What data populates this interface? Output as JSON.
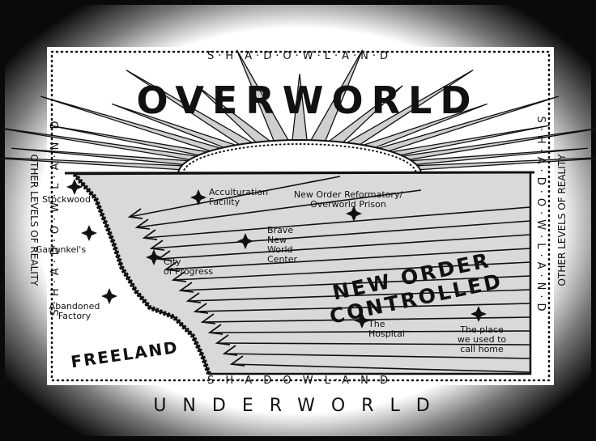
{
  "title": "OVERWORLD",
  "bottom_title": "UNDERWORLD",
  "border_label": "S·H·A·D·O·W·L·A·N·D",
  "side_label": "OTHER LEVELS OF REALITY",
  "regions": {
    "controlled": [
      "NEW ORDER",
      "CONTROLLED"
    ],
    "free": "FREELAND"
  },
  "places": [
    {
      "lines": [
        "Stockwood"
      ]
    },
    {
      "lines": [
        "Garfunkel's"
      ]
    },
    {
      "lines": [
        "Abandoned",
        "Factory"
      ]
    },
    {
      "lines": [
        "Acculturation",
        "Facility"
      ]
    },
    {
      "lines": [
        "City",
        "of Progress"
      ]
    },
    {
      "lines": [
        "Brave",
        "New",
        "World",
        "Center"
      ]
    },
    {
      "lines": [
        "New Order Reformatory/",
        "Overworld Prison"
      ]
    },
    {
      "lines": [
        "The",
        "Hospital"
      ]
    },
    {
      "lines": [
        "The place",
        "we used to",
        "call home"
      ]
    }
  ],
  "colors": {
    "frame": "#0a0a0a",
    "paper": "#ffffff",
    "controlled": "#d9d9d9",
    "sun_rays": "#cfcfcf",
    "ink": "#111111"
  }
}
